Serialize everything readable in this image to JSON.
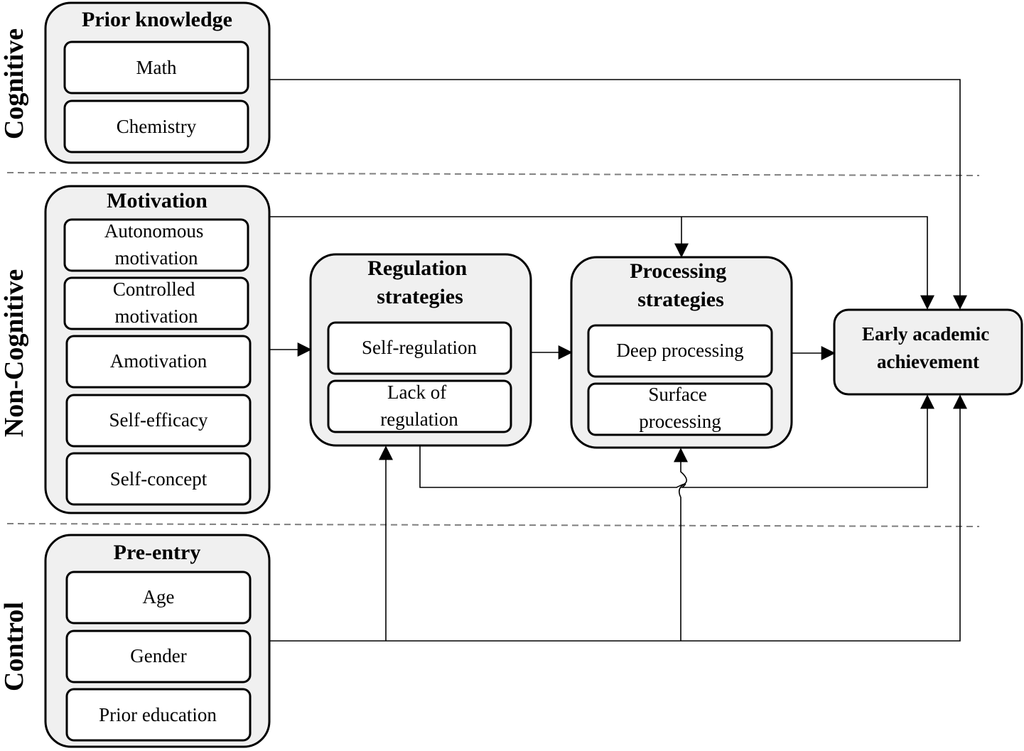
{
  "sections": {
    "cognitive": "Cognitive",
    "non_cognitive": "Non-Cognitive",
    "control": "Control"
  },
  "prior_knowledge": {
    "title": "Prior knowledge",
    "items": [
      "Math",
      "Chemistry"
    ]
  },
  "motivation": {
    "title": "Motivation",
    "items": [
      [
        "Autonomous",
        "motivation"
      ],
      [
        "Controlled",
        "motivation"
      ],
      [
        "Amotivation"
      ],
      [
        "Self-efficacy"
      ],
      [
        "Self-concept"
      ]
    ]
  },
  "pre_entry": {
    "title": "Pre-entry",
    "items": [
      "Age",
      "Gender",
      "Prior education"
    ]
  },
  "regulation": {
    "title": [
      "Regulation",
      "strategies"
    ],
    "items": [
      [
        "Self-regulation"
      ],
      [
        "Lack of",
        "regulation"
      ]
    ]
  },
  "processing": {
    "title": [
      "Processing",
      "strategies"
    ],
    "items": [
      [
        "Deep processing"
      ],
      [
        "Surface",
        "processing"
      ]
    ]
  },
  "outcome": {
    "title": [
      "Early academic",
      "achievement"
    ]
  }
}
